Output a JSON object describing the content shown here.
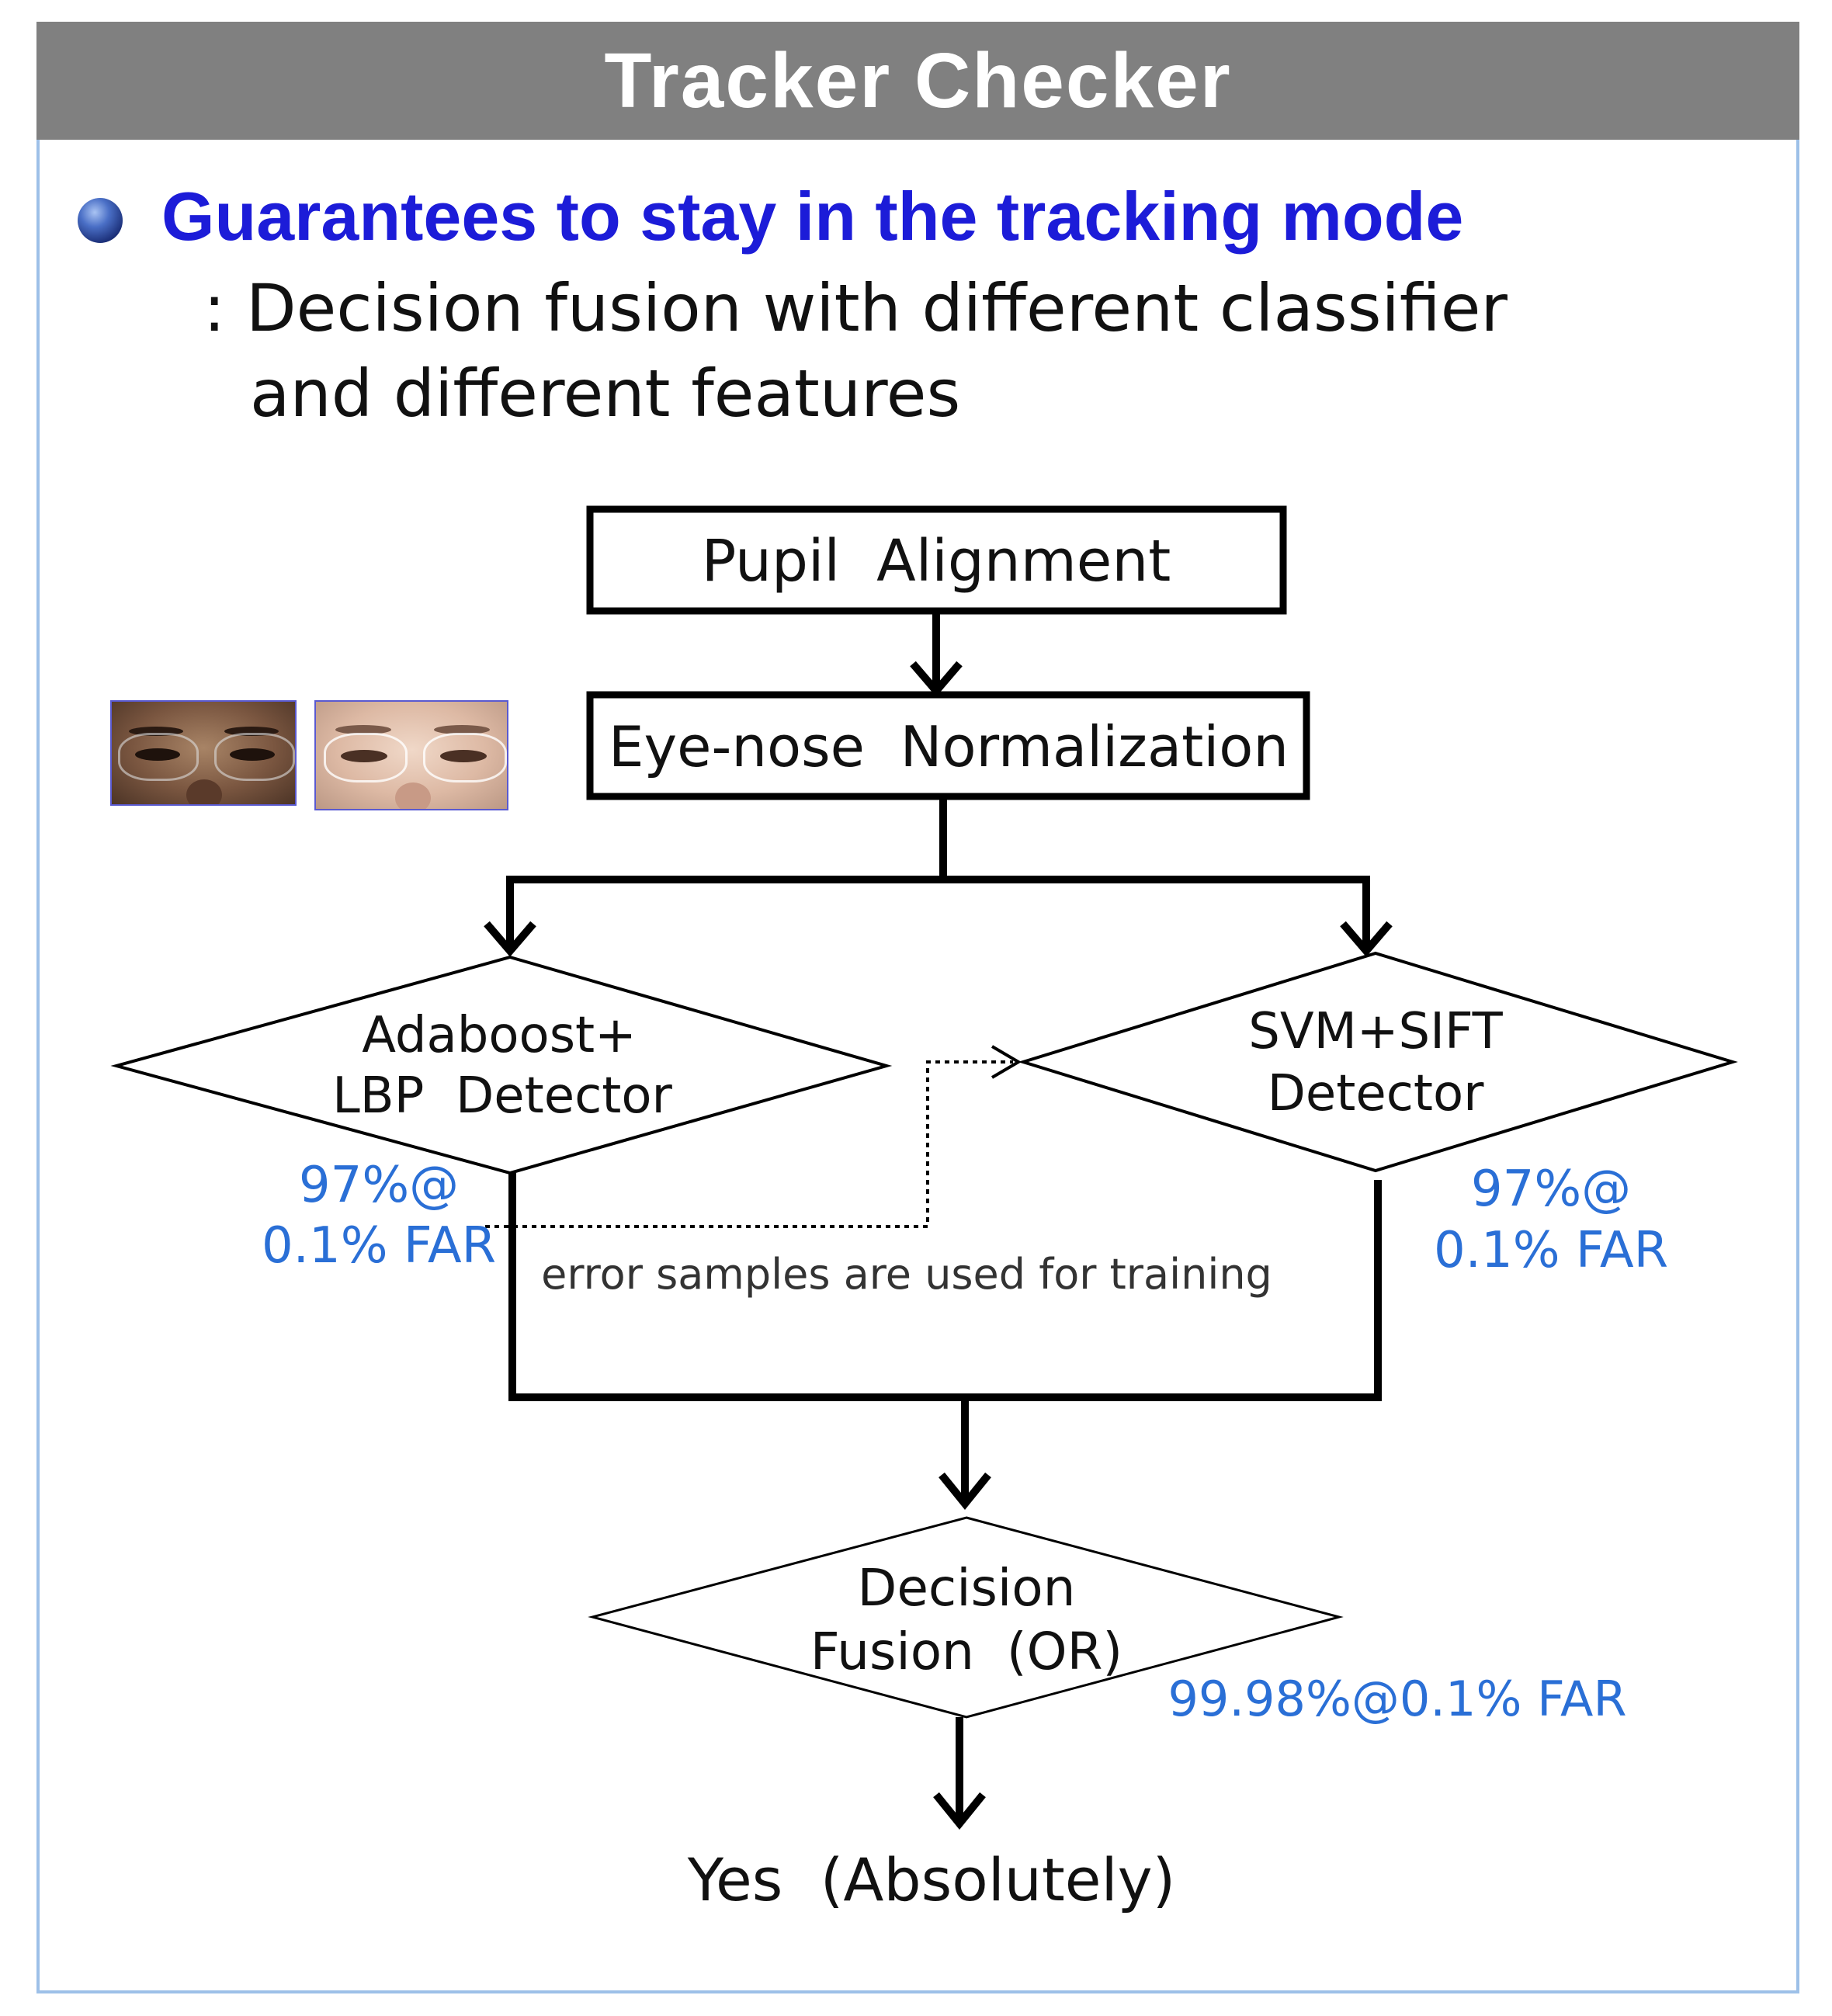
{
  "header": {
    "title": "Tracker Checker"
  },
  "bullet": {
    "main": "Guarantees to stay in the tracking mode",
    "sub_line1": ": Decision fusion with different classifier",
    "sub_line2": "and different features"
  },
  "flow": {
    "pupil_alignment": "Pupil  Alignment",
    "eye_nose": "Eye-nose  Normalization",
    "adaboost_line1": "Adaboost+",
    "adaboost_line2": "LBP  Detector",
    "svm_line1": "SVM+SIFT",
    "svm_line2": "Detector",
    "fusion_line1": "Decision",
    "fusion_line2": "Fusion  (OR)",
    "output": "Yes  (Absolutely)",
    "error_caption": "error samples are used for training"
  },
  "stats": {
    "left_line1": "97%@",
    "left_line2": "0.1% FAR",
    "right_line1": "97%@",
    "right_line2": "0.1% FAR",
    "fusion": "99.98%@0.1% FAR"
  },
  "colors": {
    "title_bar": "#808080",
    "bullet_text": "#1c1cd8",
    "stat_text": "#2a6fd6",
    "frame_border": "#9dc0e8"
  }
}
